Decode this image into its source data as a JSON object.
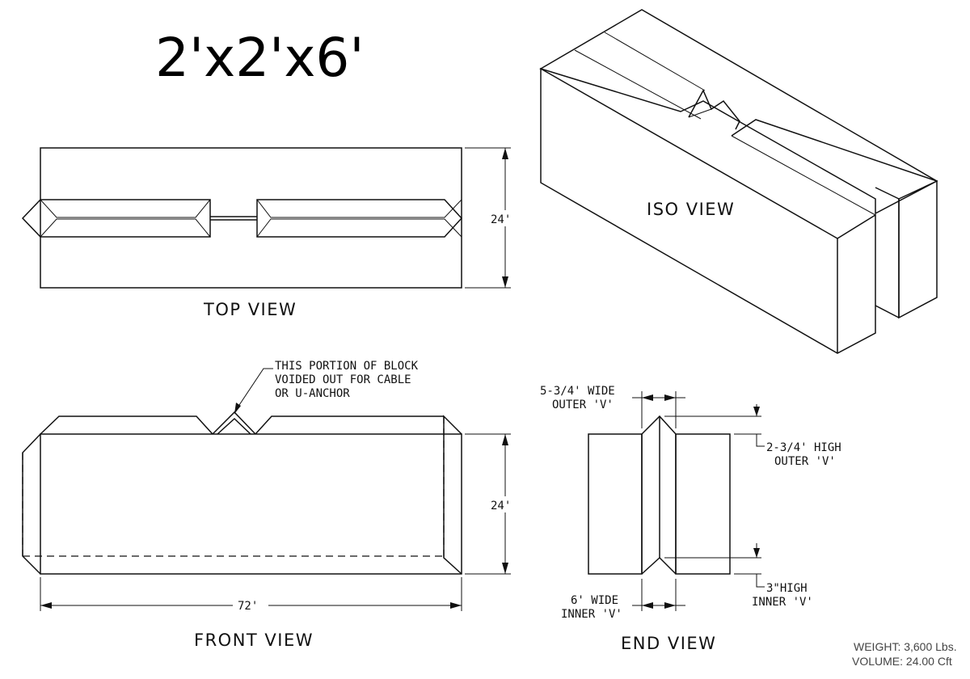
{
  "title": "2'x2'x6'",
  "views": {
    "top": "TOP VIEW",
    "iso": "ISO VIEW",
    "front": "FRONT VIEW",
    "end": "END VIEW"
  },
  "dimensions": {
    "top_height": "24'",
    "front_height": "24'",
    "front_length": "72'"
  },
  "note": {
    "line1": "THIS PORTION OF BLOCK",
    "line2": "VOIDED OUT FOR CABLE",
    "line3": "OR U-ANCHOR"
  },
  "end_view": {
    "outer_wide_1": "5-3/4' WIDE",
    "outer_wide_2": "OUTER 'V'",
    "outer_high_1": "2-3/4' HIGH",
    "outer_high_2": "OUTER 'V'",
    "inner_wide_1": "6' WIDE",
    "inner_wide_2": "INNER 'V'",
    "inner_high_1": "3\"HIGH",
    "inner_high_2": "INNER 'V'"
  },
  "specs": {
    "weight": "WEIGHT:  3,600 Lbs.",
    "volume": "VOLUME:  24.00 Cft"
  }
}
